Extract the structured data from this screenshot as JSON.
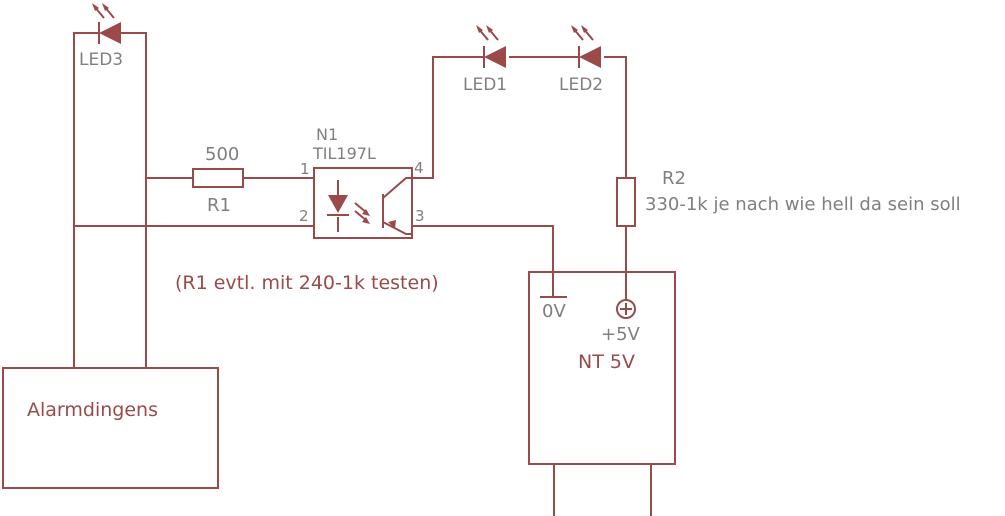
{
  "components": {
    "led3": {
      "name": "LED3"
    },
    "led1": {
      "name": "LED1"
    },
    "led2": {
      "name": "LED2"
    },
    "r1": {
      "value": "500",
      "name": "R1"
    },
    "n1": {
      "name": "N1",
      "type": "TIL197L",
      "pins": [
        "1",
        "2",
        "3",
        "4"
      ]
    },
    "r2": {
      "name": "R2",
      "value": "330-1k je nach wie hell da sein soll"
    },
    "psu": {
      "gnd": "0V",
      "vcc": "+5V",
      "name": "NT 5V"
    },
    "alarm": {
      "name": "Alarmdingens"
    }
  },
  "note": "(R1 evtl. mit 240-1k testen)",
  "colors": {
    "wire": "#9b4a4a",
    "label": "#7f7f7f"
  }
}
